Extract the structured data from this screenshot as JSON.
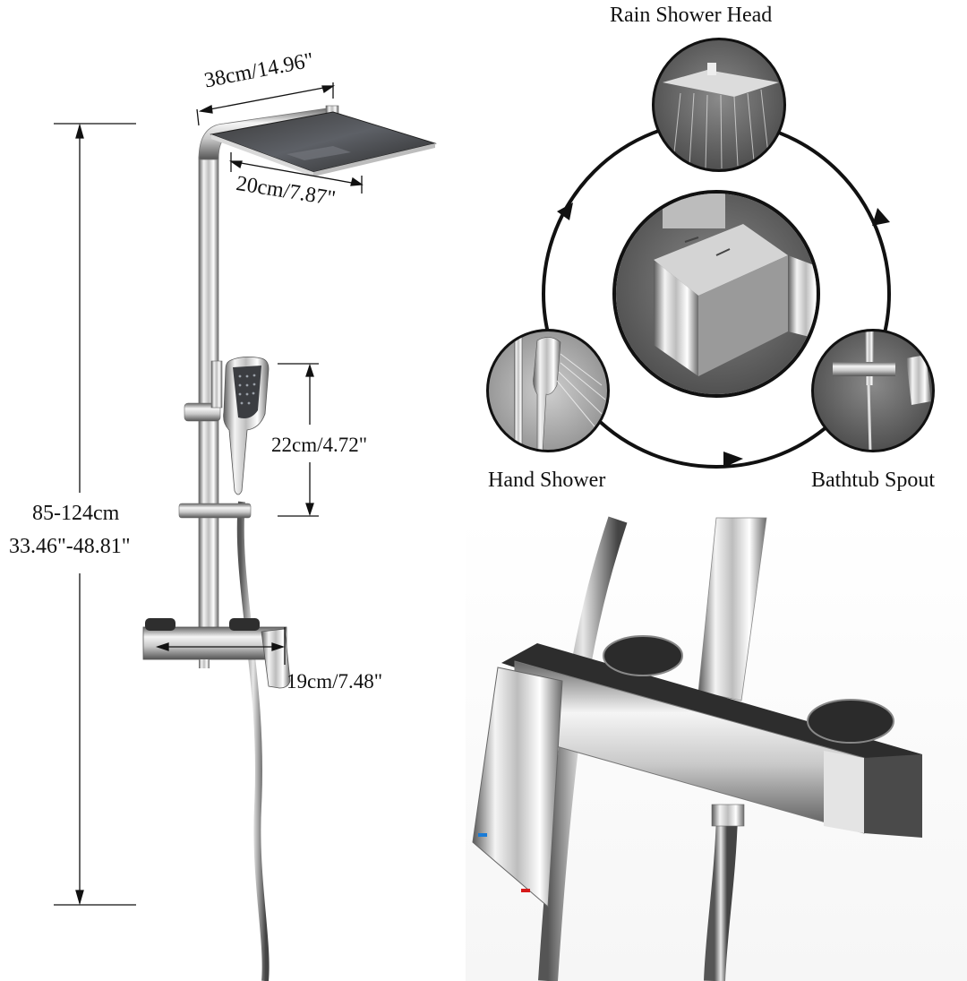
{
  "dimensions": {
    "showerhead_width": "38cm/14.96\"",
    "showerhead_depth": "20cm/7.87\"",
    "hand_shower_length": "22cm/4.72\"",
    "height_range_cm": "85-124cm",
    "height_range_in": "33.46\"-48.81\"",
    "mixer_width": "19cm/7.48\""
  },
  "functions": {
    "rain_shower_head": "Rain Shower Head",
    "hand_shower": "Hand Shower",
    "bathtub_spout": "Bathtub Spout"
  },
  "colors": {
    "chrome_dark": "#2b2b2b",
    "chrome_light": "#f2f2f2",
    "line": "#111111"
  }
}
